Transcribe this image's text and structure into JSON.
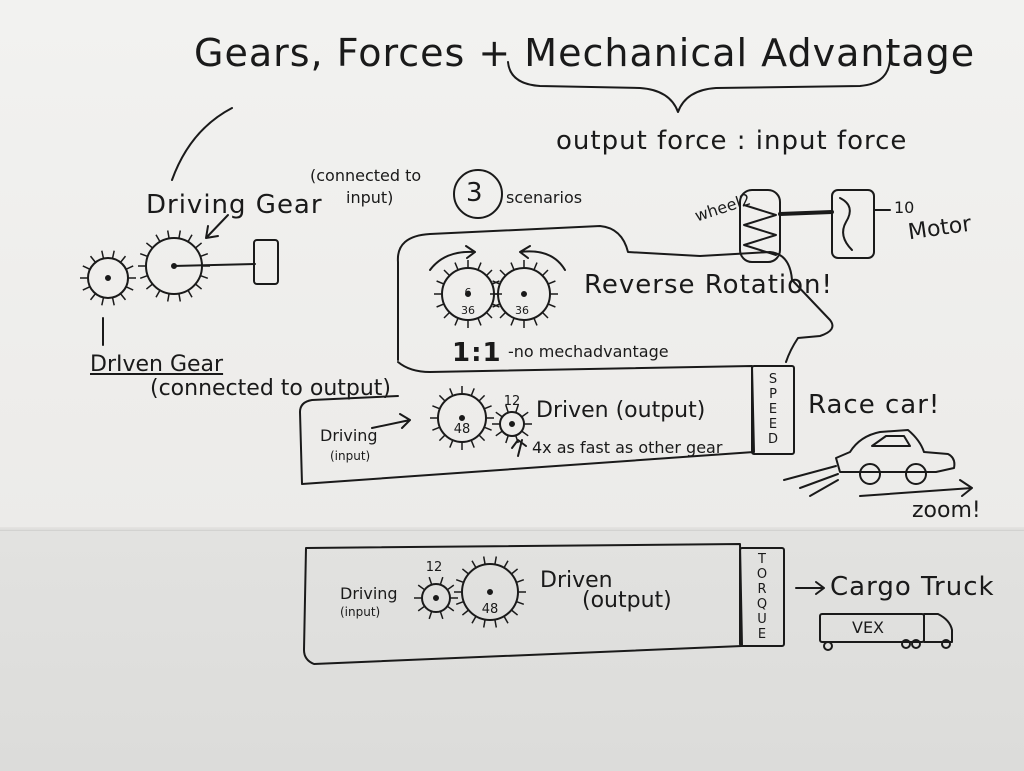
{
  "title": {
    "main": "Gears, Forces + Mechanical Advantage",
    "ratio_note": "output force : input force"
  },
  "driving_gear": {
    "label": "Driving Gear",
    "note_line1": "(connected to",
    "note_line2": "input)"
  },
  "driven_gear": {
    "label": "DrIven Gear",
    "note": "(connected to output)"
  },
  "scenarios": {
    "count": "3",
    "label": "scenarios"
  },
  "motor_example": {
    "wheel_label": "wheel2",
    "motor_number": "10",
    "motor_label": "Motor"
  },
  "scenario_equal": {
    "gear_left": "36",
    "gear_left_top": "6",
    "gear_right": "36",
    "rotation_label": "Reverse Rotation!",
    "ratio": "1:1",
    "ratio_note": "-no mechadvantage"
  },
  "scenario_speed": {
    "driving_label": "Driving",
    "driving_sub": "(input)",
    "driving_gear": "48",
    "driven_gear": "12",
    "driven_label": "Driven (output)",
    "speed_note": "4x as fast as other gear",
    "side_tab": [
      "S",
      "P",
      "E",
      "E",
      "D"
    ],
    "example": "Race car!",
    "sound": "zoom!"
  },
  "scenario_torque": {
    "driving_label": "Driving",
    "driving_sub": "(input)",
    "driving_gear": "12",
    "driven_gear": "48",
    "driven_label": "Driven",
    "driven_sub": "(output)",
    "side_tab": [
      "T",
      "O",
      "R",
      "Q",
      "U",
      "E"
    ],
    "example": "Cargo Truck",
    "truck_text": "VEX"
  },
  "colors": {
    "ink": "#1a1a1a",
    "paper": "#f0f0ee",
    "paper_lower": "#dededc"
  }
}
